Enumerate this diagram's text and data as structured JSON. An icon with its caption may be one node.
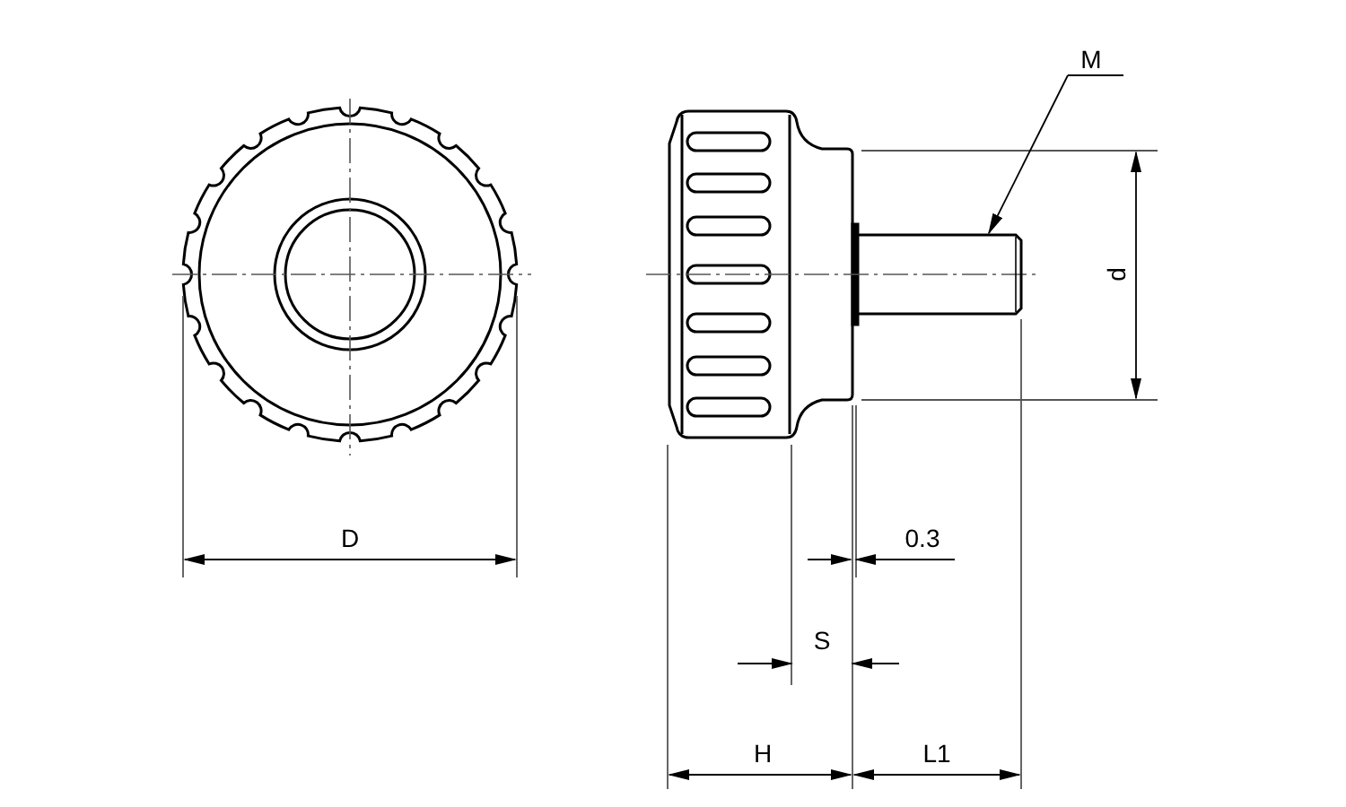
{
  "diagram": {
    "nodes": [
      {
        "text": [
          "M"
        ]
      },
      {
        "text": [],
        "shape": "picture"
      }
    ],
    "edges": [
      {
        "from": 0,
        "to": 1,
        "arrow": "to"
      }
    ],
    "labels": [
      "d",
      "D",
      "0.3",
      "S",
      "H",
      "L1"
    ]
  }
}
